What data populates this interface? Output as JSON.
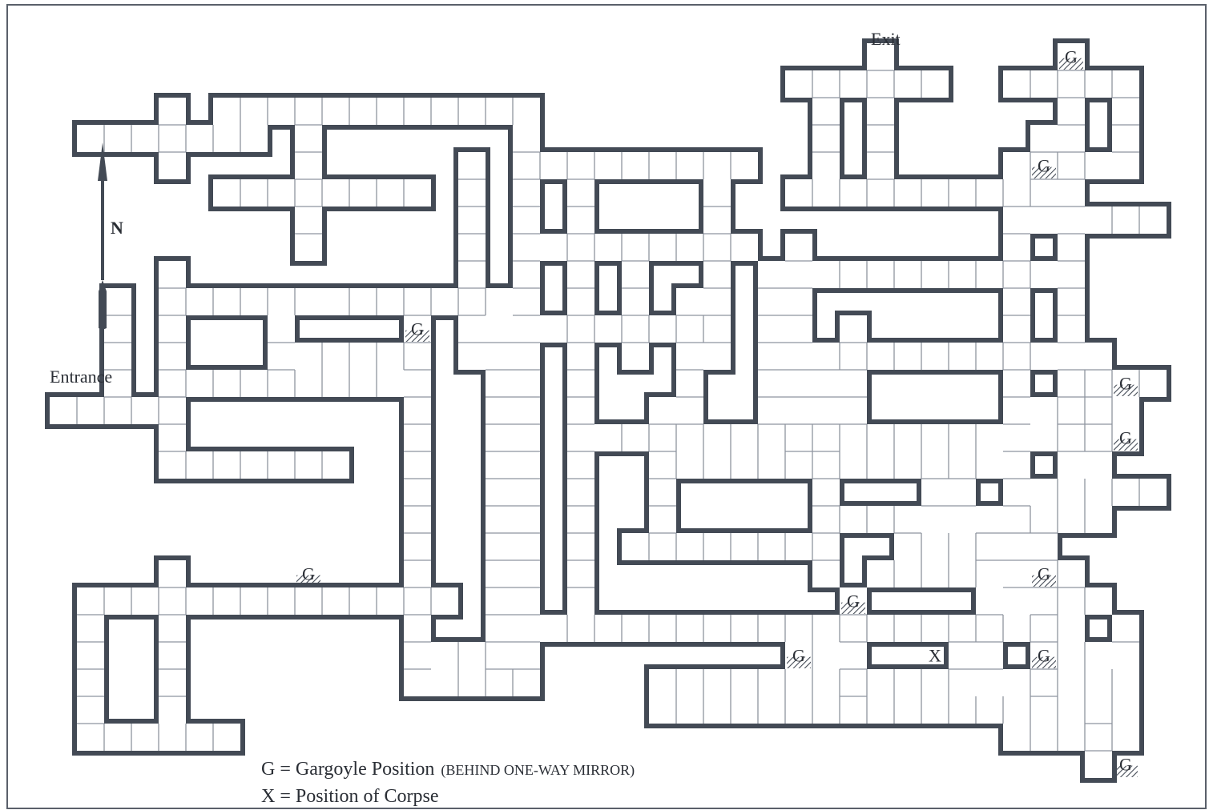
{
  "labels": {
    "exit": "Exit",
    "entrance": "Entrance",
    "north": "N"
  },
  "gargoyle_marker": "G",
  "corpse_marker": "X",
  "legend": {
    "g_line": "G = Gargoyle Position",
    "g_note": "(BEHIND ONE-WAY MIRROR)",
    "x_line": "X = Position of Corpse"
  },
  "colors": {
    "wall": "#434a55",
    "floor": "#ffffff",
    "grid": "#8e959f"
  }
}
